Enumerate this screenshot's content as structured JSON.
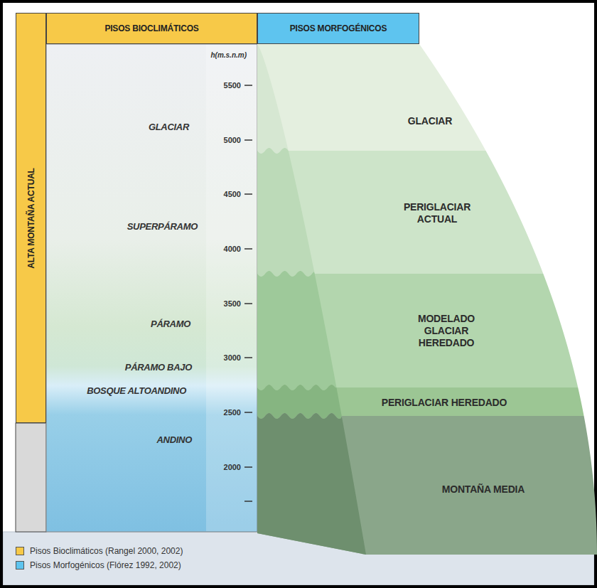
{
  "diagram": {
    "nodes": [
      {
        "text": [
          "PISOS BIOCLIMÁTICOS"
        ]
      },
      {
        "text": [
          "PISOS MORFOGÉNICOS"
        ]
      },
      {
        "text": [
          "ALTA MONTAÑA ACTUAL"
        ]
      },
      {
        "text": [
          "GLACIAR"
        ]
      },
      {
        "text": [
          "PERIGLACIAR ACTUAL"
        ]
      },
      {
        "text": [
          "MODELADO GLACIAR HEREDADO"
        ]
      },
      {
        "text": [
          "PERIGLACIAR HEREDADO"
        ]
      },
      {
        "text": [
          "MONTAÑA MEDIA"
        ]
      }
    ],
    "labels": [
      "h(m.s.n.m)",
      "5500",
      "5000",
      "4500",
      "4000",
      "3500",
      "3000",
      "2500",
      "2000",
      "GLACIAR",
      "SUPERPÁRAMO",
      "PÁRAMO",
      "PÁRAMO BAJO",
      "BOSQUE ALTOANDINO",
      "ANDINO"
    ],
    "legend": [
      {
        "text": "Pisos Bioclimáticos (Rangel 2000, 2002)",
        "color": "#f7c948"
      },
      {
        "text": "Pisos Morfogénicos (Flórez 1992, 2002)",
        "color": "#5ec4ef"
      }
    ]
  }
}
